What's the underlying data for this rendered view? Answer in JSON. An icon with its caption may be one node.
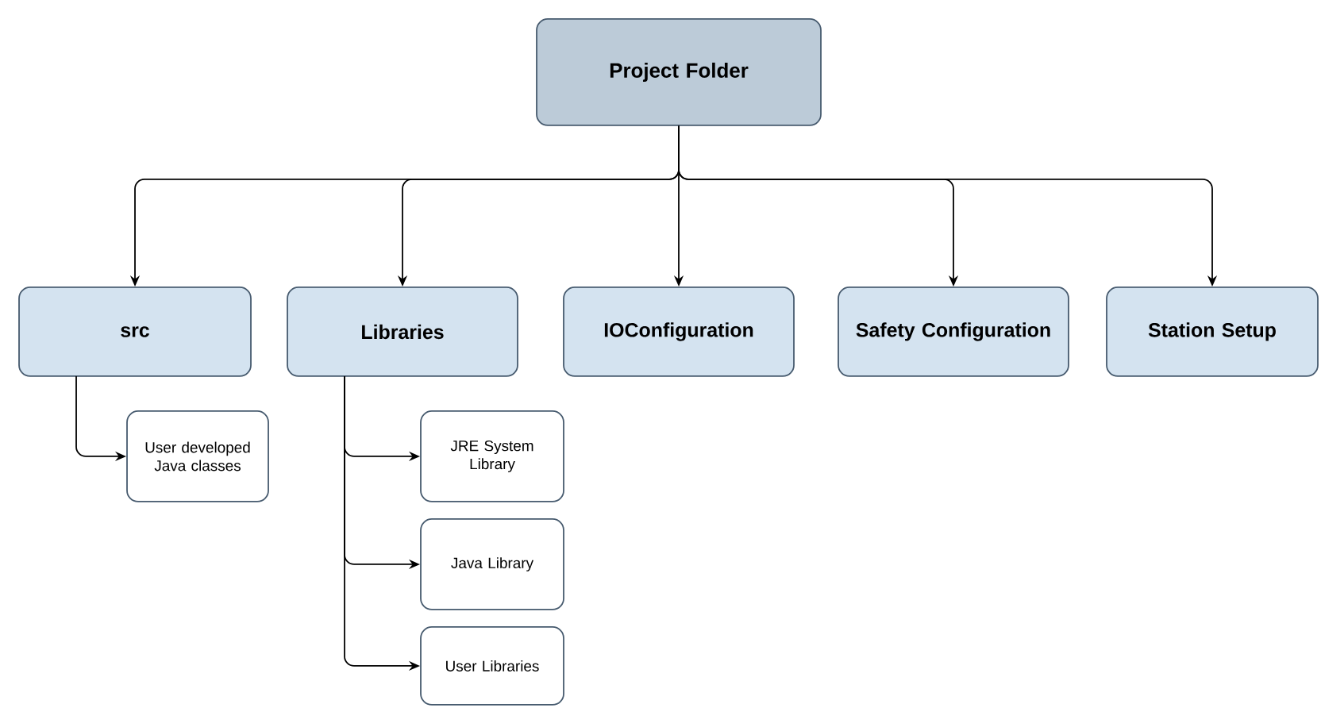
{
  "diagram": {
    "nodes": [
      {
        "text": [
          "Project Folder"
        ]
      },
      {
        "text": [
          "src"
        ]
      },
      {
        "text": [
          "Libraries"
        ]
      },
      {
        "text": [
          "IOConfiguration"
        ]
      },
      {
        "text": [
          "Safety Configuration"
        ]
      },
      {
        "text": [
          "Station Setup"
        ]
      },
      {
        "text": [
          "User developed Java classes"
        ]
      },
      {
        "text": [
          "JRE System Library"
        ]
      },
      {
        "text": [
          "Java Library"
        ]
      },
      {
        "text": [
          "User Libraries"
        ]
      }
    ],
    "edges": [
      {
        "from": 0,
        "to": 1,
        "arrow": "to"
      },
      {
        "from": 0,
        "to": 2,
        "arrow": "to"
      },
      {
        "from": 0,
        "to": 3,
        "arrow": "to"
      },
      {
        "from": 0,
        "to": 4,
        "arrow": "to"
      },
      {
        "from": 0,
        "to": 5,
        "arrow": "to"
      },
      {
        "from": 1,
        "to": 6,
        "arrow": "to"
      },
      {
        "from": 2,
        "to": 7,
        "arrow": "to"
      },
      {
        "from": 2,
        "to": 8,
        "arrow": "to"
      },
      {
        "from": 2,
        "to": 9,
        "arrow": "to"
      }
    ]
  }
}
